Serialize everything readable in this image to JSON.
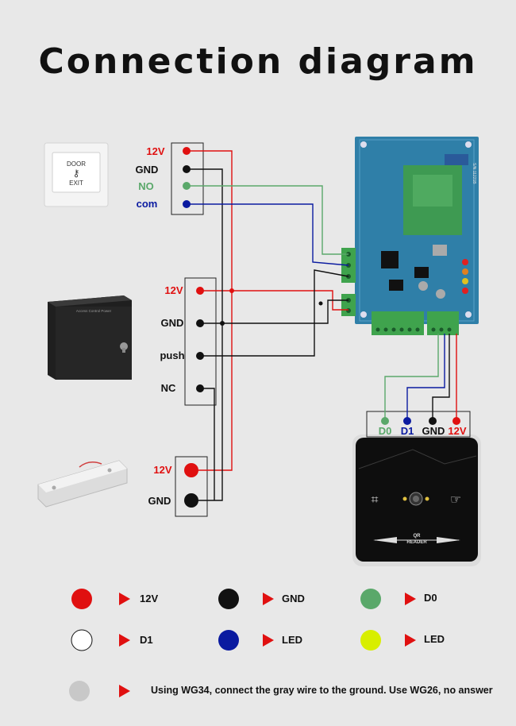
{
  "title": "Connection diagram",
  "exit_button": {
    "top_text": "DOOR",
    "bottom_text": "EXIT",
    "terminals": [
      "12V",
      "GND",
      "NO",
      "com"
    ]
  },
  "power_supply": {
    "label": "Access Control Power",
    "terminals": [
      "12V",
      "GND",
      "push",
      "NC"
    ]
  },
  "magnetic_lock": {
    "terminals": [
      "12V",
      "GND"
    ]
  },
  "reader": {
    "terminals": [
      "D0",
      "D1",
      "GND",
      "12V"
    ],
    "label_line1": "QR",
    "label_line2": "READER"
  },
  "controller": {
    "serial": "S/N:11221B"
  },
  "colors": {
    "red": "#e01010",
    "black": "#111111",
    "green": "#5aa86a",
    "blue": "#0a1aa0",
    "white": "#ffffff",
    "yellow": "#d8ee00",
    "gray": "#c8c8c8",
    "board": "#2f7fa8"
  },
  "legend": [
    {
      "color": "#e01010",
      "label": "12V"
    },
    {
      "color": "#111111",
      "label": "GND"
    },
    {
      "color": "#5aa86a",
      "label": "D0"
    },
    {
      "color": "#ffffff",
      "label": "D1"
    },
    {
      "color": "#0a1aa0",
      "label": "LED"
    },
    {
      "color": "#d8ee00",
      "label": "LED"
    },
    {
      "color": "#c8c8c8",
      "label": "Using WG34, connect the gray wire to the ground. Use WG26, no answer"
    }
  ]
}
